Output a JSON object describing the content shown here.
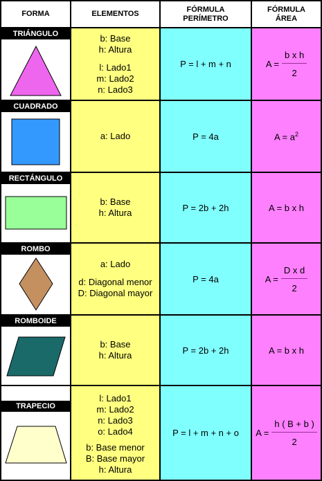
{
  "headers": {
    "forma": "FORMA",
    "elementos": "ELEMENTOS",
    "perimetro": "FÓRMULA PERÍMETRO",
    "area": "FÓRMULA ÁREA"
  },
  "rows": {
    "triangulo": {
      "name": "TRIÁNGULO",
      "elements": [
        "b: Base",
        "h: Altura",
        "l: Lado1",
        "m: Lado2",
        "n: Lado3"
      ],
      "perimeter": "P = l + m + n",
      "area_prefix": "A =",
      "area_num": "b x h",
      "area_den": "2"
    },
    "cuadrado": {
      "name": "CUADRADO",
      "elements": [
        "a: Lado"
      ],
      "perimeter": "P = 4a",
      "area_base": "A = a",
      "area_exp": "2"
    },
    "rectangulo": {
      "name": "RECTÁNGULO",
      "elements": [
        "b: Base",
        "h: Altura"
      ],
      "perimeter": "P = 2b + 2h",
      "area": "A = b x h"
    },
    "rombo": {
      "name": "ROMBO",
      "elements": [
        "a: Lado",
        "d: Diagonal menor",
        "D: Diagonal mayor"
      ],
      "perimeter": "P = 4a",
      "area_prefix": "A =",
      "area_num": "D x d",
      "area_den": "2"
    },
    "romboide": {
      "name": "ROMBOIDE",
      "elements": [
        "b: Base",
        "h: Altura"
      ],
      "perimeter": "P = 2b + 2h",
      "area": "A = b x h"
    },
    "trapecio": {
      "name": "TRAPECIO",
      "elements": [
        "l: Lado1",
        "m: Lado2",
        "n: Lado3",
        "o: Lado4",
        "b: Base menor",
        "B: Base mayor",
        "h: Altura"
      ],
      "perimeter": "P = l + m + n + o",
      "area_prefix": "A =",
      "area_num": "h ( B + b )",
      "area_den": "2"
    }
  },
  "colors": {
    "elements_bg": "#ffff80",
    "perimeter_bg": "#80ffff",
    "area_bg": "#ff80ff",
    "triangle": "#ee66ee",
    "square": "#3399ff",
    "rectangle": "#99ff99",
    "rhombus": "#c49060",
    "rhomboid": "#1a6a6a",
    "trapezoid": "#ffffcc"
  }
}
